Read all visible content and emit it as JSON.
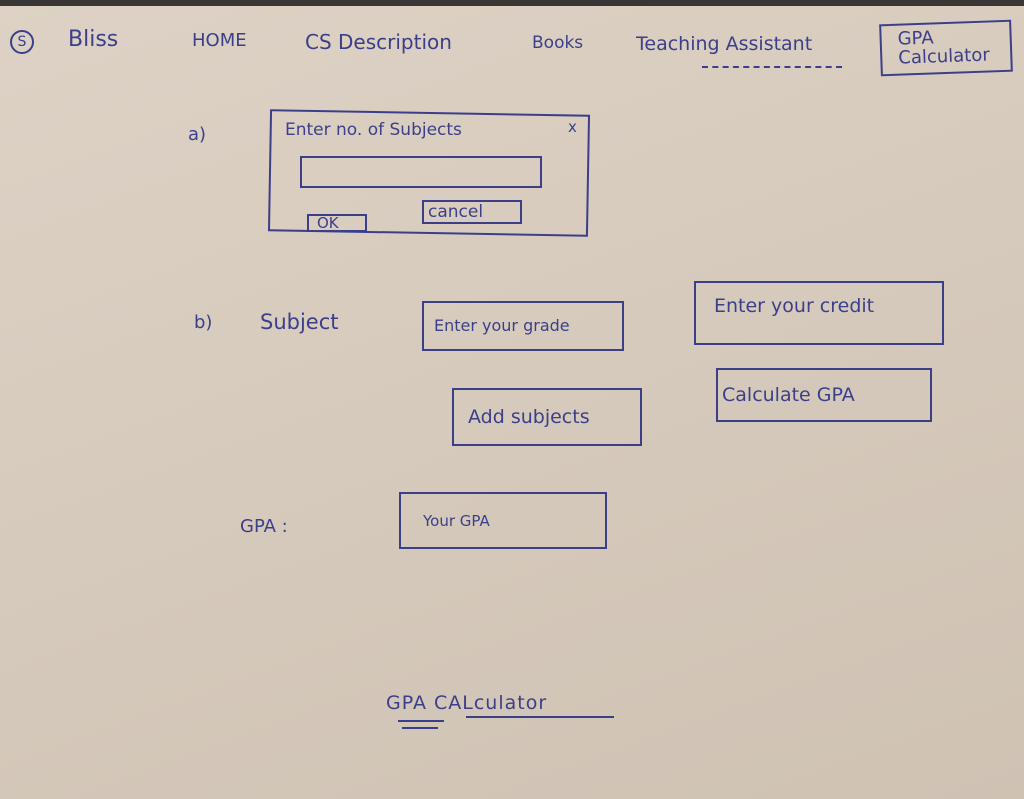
{
  "nav": {
    "logo_glyph": "S",
    "brand": "Bliss",
    "links": [
      "HOME",
      "CS Description",
      "Books",
      "Teaching Assistant"
    ],
    "active_link": "GPA Calculator"
  },
  "part_a": {
    "label": "a)",
    "dialog": {
      "title": "Enter no. of Subjects",
      "close_glyph": "x",
      "input_value": "",
      "ok_label": "OK",
      "cancel_label": "cancel"
    }
  },
  "part_b": {
    "label": "b)",
    "subject_label": "Subject",
    "grade_placeholder": "Enter your grade",
    "credit_placeholder": "Enter your credit",
    "add_label": "Add subjects",
    "calculate_label": "Calculate GPA"
  },
  "result": {
    "label": "GPA :",
    "placeholder": "Your GPA"
  },
  "footer": {
    "title": "GPA CALculator"
  },
  "colors": {
    "ink": "#3b3f8a",
    "paper": "#d9cdbf"
  }
}
